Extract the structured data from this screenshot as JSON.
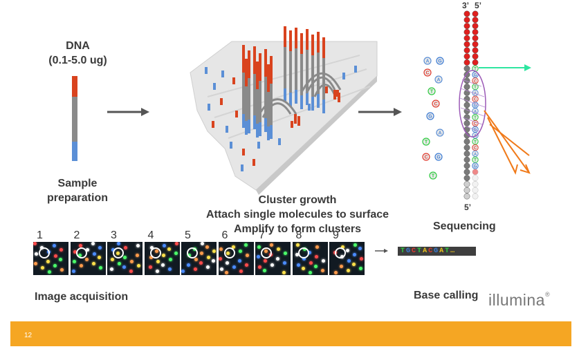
{
  "sample_prep": {
    "dna_title": "DNA",
    "dna_amount": "(0.1-5.0 ug)",
    "caption_line1": "Sample",
    "caption_line2": "preparation"
  },
  "cluster": {
    "line1": "Cluster growth",
    "line2": "Attach single molecules to surface",
    "line3": "Amplify to form clusters"
  },
  "sequencing": {
    "label": "Sequencing",
    "top_left": "3’",
    "top_right": "5’",
    "bottom": "5’",
    "free_bases": [
      "A",
      "G",
      "C",
      "A",
      "T",
      "C",
      "G",
      "A",
      "T",
      "C",
      "G",
      "T"
    ],
    "strand_bases": [
      "T",
      "G",
      "C",
      "T",
      "A",
      "C",
      "G",
      "A",
      "T",
      "C",
      "G",
      "A",
      "T",
      "C",
      "A",
      "T",
      "G"
    ]
  },
  "image_acquisition": {
    "label": "Image acquisition",
    "frame_numbers": [
      "1",
      "2",
      "3",
      "4",
      "5",
      "6",
      "7",
      "8",
      "9"
    ]
  },
  "base_calling": {
    "label": "Base calling",
    "read": [
      "T",
      "G",
      "C",
      "T",
      "A",
      "C",
      "G",
      "A",
      "T",
      "…"
    ],
    "read_colors": [
      "#2ecc40",
      "#3a7bd5",
      "#e23b2e",
      "#2ecc40",
      "#e8c11c",
      "#e23b2e",
      "#3a7bd5",
      "#e8c11c",
      "#2ecc40",
      "#e8c11c"
    ]
  },
  "brand": {
    "name": "illumina",
    "mark": "®"
  },
  "footer": {
    "page_number": "12",
    "bar_color": "#f5a623"
  },
  "colors": {
    "red": "#d9431e",
    "blue": "#5b8fd6",
    "gray": "#8a8a8a",
    "arrow": "#555555",
    "green_arrow": "#2ee6a0",
    "orange_arrow": "#f07a1a"
  }
}
